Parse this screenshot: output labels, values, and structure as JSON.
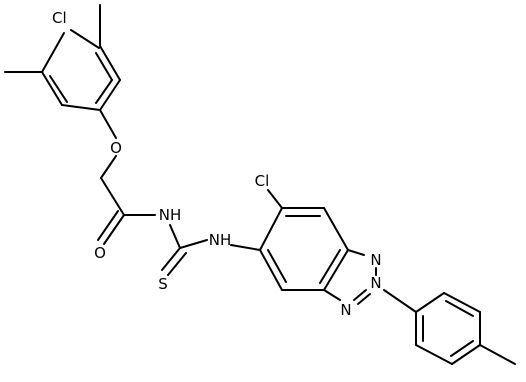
{
  "molecule": {
    "atom_labels": {
      "cl_top": "Cl",
      "o_ether": "O",
      "o_carbonyl": "O",
      "nh_amide": "NH",
      "nh_thiourea": "NH",
      "s_thione": "S",
      "cl_ring": "Cl",
      "n_triazole_top": "N",
      "n_triazole_mid": "N",
      "n_triazole_bottom": "N"
    }
  }
}
